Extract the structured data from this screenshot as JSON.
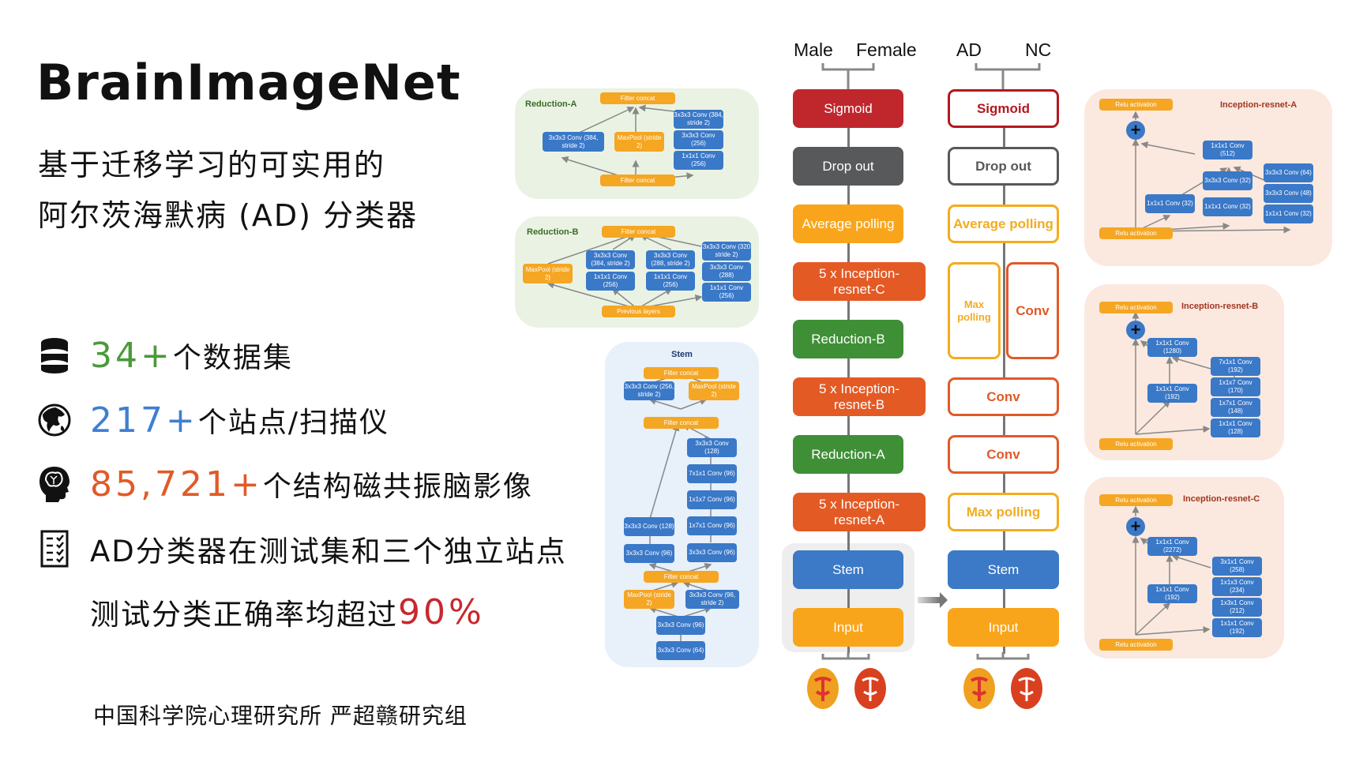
{
  "left": {
    "title": "BrainImageNet",
    "subtitle_line1": "基于迁移学习的可实用的",
    "subtitle_line2": "阿尔茨海默病 (AD) 分类器",
    "stats": [
      {
        "icon": "database-icon",
        "number": "34+",
        "text": "个数据集",
        "color": "#4a9a3a"
      },
      {
        "icon": "globe-icon",
        "number": "217+",
        "text": "个站点/扫描仪",
        "color": "#3f7fd0"
      },
      {
        "icon": "brain-head-icon",
        "number": "85,721+",
        "text": "个结构磁共振脑影像",
        "color": "#e05a28"
      }
    ],
    "claim_line1": "AD分类器在测试集和三个独立站点",
    "claim_line2_text": "测试分类正确率均超过",
    "claim_line2_value": "90%",
    "claim_value_color": "#c8282e",
    "footer": "中国科学院心理研究所 严超赣研究组"
  },
  "reduction_a": {
    "title": "Reduction-A",
    "top": "Filter concat",
    "bottom": "Filter concat",
    "left_box": "3x3x3 Conv (384, stride 2)",
    "mid_box": "MaxPool (stride 2)",
    "right_stack": [
      "3x3x3 Conv (384, stride 2)",
      "3x3x3 Conv (256)",
      "1x1x1 Conv (256)"
    ]
  },
  "reduction_b": {
    "title": "Reduction-B",
    "top": "Filter concat",
    "bottom": "Previous layers",
    "maxpool": "MaxPool (stride 2)",
    "col2": [
      "3x3x3 Conv (384, stride 2)",
      "1x1x1 Conv (256)"
    ],
    "col3": [
      "3x3x3 Conv (288, stride 2)",
      "1x1x1 Conv (256)"
    ],
    "col4": [
      "3x3x3 Conv (320 stride 2)",
      "3x3x3 Conv (288)",
      "1x1x1 Conv (256)"
    ]
  },
  "stem": {
    "title": "Stem",
    "top_concat": "Filter concat",
    "row1_left": "3x3x3 Conv (256, stride 2)",
    "row1_right": "MaxPool (stride 2)",
    "mid_concat": "Filter concat",
    "right_col": [
      "3x3x3 Conv (128)",
      "7x1x1 Conv (96)",
      "1x1x7 Conv (96)",
      "1x7x1 Conv (96)",
      "3x3x3 Conv (96)"
    ],
    "left_col": [
      "3x3x3 Conv (128)",
      "3x3x3 Conv (96)"
    ],
    "low_concat": "Filter concat",
    "low_left": "MaxPool (stride 2)",
    "low_right": "3x3x3 Conv (96, stride 2)",
    "base": [
      "3x3x3 Conv (96)",
      "3x3x3 Conv (64)"
    ]
  },
  "sex_network": {
    "outputs": [
      "Male",
      "Female"
    ],
    "layers": [
      {
        "label": "Sigmoid",
        "color": "#c0272d"
      },
      {
        "label": "Drop out",
        "color": "#58595b"
      },
      {
        "label": "Average polling",
        "color": "#f9a51b"
      },
      {
        "label": "5 x Inception-resnet-C",
        "color": "#e45a25"
      },
      {
        "label": "Reduction-B",
        "color": "#3f8f36"
      },
      {
        "label": "5 x Inception-resnet-B",
        "color": "#e45a25"
      },
      {
        "label": "Reduction-A",
        "color": "#3f8f36"
      },
      {
        "label": "5 x Inception-resnet-A",
        "color": "#e45a25"
      },
      {
        "label": "Stem",
        "color": "#3c79c6"
      },
      {
        "label": "Input",
        "color": "#f9a51b"
      }
    ]
  },
  "ad_network": {
    "outputs": [
      "AD",
      "NC"
    ],
    "layers": [
      {
        "label": "Sigmoid",
        "color": "#b3181f"
      },
      {
        "label": "Drop out",
        "color": "#58595b"
      },
      {
        "label": "Average polling",
        "color": "#f4ac1c"
      },
      {
        "label": "Max polling",
        "color": "#f4ac1c"
      },
      {
        "label": "Conv",
        "color": "#e05a28"
      },
      {
        "label": "Conv",
        "color": "#e05a28"
      },
      {
        "label": "Conv",
        "color": "#e05a28"
      },
      {
        "label": "Max polling",
        "color": "#f4ac1c"
      },
      {
        "label": "Stem",
        "color": "#3c79c6"
      },
      {
        "label": "Input",
        "color": "#f9a51b"
      }
    ]
  },
  "inception_a": {
    "title": "Inception-resnet-A",
    "top": "Relu activation",
    "bottom": "Relu activation",
    "plus": "+",
    "merge": "1x1x1 Conv (512)",
    "branch1": "1x1x1 Conv (32)",
    "branch2": [
      "3x3x3 Conv (32)",
      "1x1x1 Conv (32)"
    ],
    "branch3": [
      "3x3x3 Conv (64)",
      "3x3x3 Conv (48)",
      "1x1x1 Conv (32)"
    ]
  },
  "inception_b": {
    "title": "Inception-resnet-B",
    "top": "Relu activation",
    "bottom": "Relu activation",
    "plus": "+",
    "merge": "1x1x1 Conv (1280)",
    "branch1": "1x1x1 Conv (192)",
    "branch2": [
      "7x1x1 Conv (192)",
      "1x1x7 Conv (170)",
      "1x7x1 Conv (148)",
      "1x1x1 Conv (128)"
    ]
  },
  "inception_c": {
    "title": "Inception-resnet-C",
    "top": "Relu activation",
    "bottom": "Relu activation",
    "plus": "+",
    "merge": "1x1x1 Conv (2272)",
    "branch1": "1x1x1 Conv (192)",
    "branch2": [
      "3x1x1 Conv (258)",
      "1x1x3 Conv (234)",
      "1x3x1 Conv (212)",
      "1x1x1 Conv (192)"
    ]
  }
}
